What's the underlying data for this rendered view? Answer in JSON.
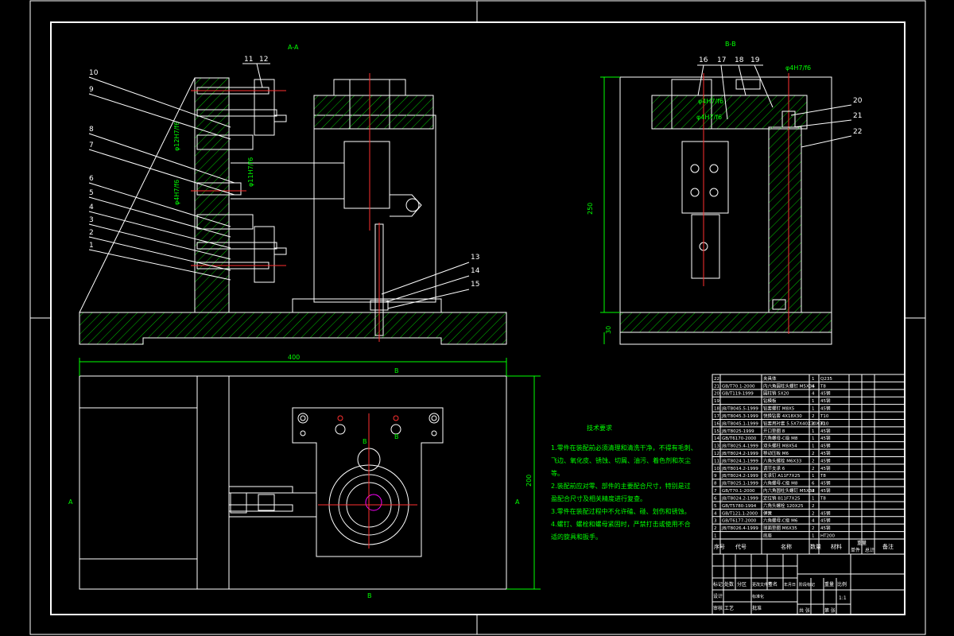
{
  "views": {
    "section_aa": "A-A",
    "section_bb": "B-B",
    "arrow_b": "B",
    "arrow_a_left": "A",
    "arrow_a_right": "A"
  },
  "dimensions": {
    "width_400": "400",
    "height_200": "200",
    "height_250": "250",
    "base_30": "30",
    "fit_phi12": "φ12H7/f6",
    "fit_phi11": "φ11H7/f6",
    "fit_phi4a": "φ4H7/f6",
    "fit_phi4b": "φ4H7/f6",
    "fit_phi4c": "φ4H7/f6"
  },
  "leaders_left": [
    "10",
    "9",
    "8",
    "7",
    "6",
    "5",
    "4",
    "3",
    "2",
    "1"
  ],
  "leaders_top_a": [
    "11",
    "12"
  ],
  "leaders_right_a": [
    "13",
    "14",
    "15"
  ],
  "leaders_top_b": [
    "16",
    "17",
    "18",
    "19"
  ],
  "leaders_right_b": [
    "20",
    "21",
    "22"
  ],
  "tech_notes": {
    "title": "技术要求",
    "lines": [
      "1.零件在装配前必须清理和清洗干净，不得有毛刺、",
      "飞边、氧化皮、锈蚀、切屑、油污、着色剂和灰尘",
      "等。",
      "2.装配前应对零、部件的主要配合尺寸，特别是过",
      "盈配合尺寸及相关精度进行复查。",
      "3.零件在装配过程中不允许磕、碰、划伤和锈蚀。",
      "4.螺钉、螺栓和螺母紧固时，严禁打击或使用不合",
      "适的旋具和扳手。"
    ]
  },
  "bom": {
    "rows": [
      [
        "22",
        "",
        "夹具体",
        "1",
        "Q235"
      ],
      [
        "21",
        "GB/T70.1-2000",
        "内六角圆柱头螺钉 M5X36",
        "4",
        "T8"
      ],
      [
        "20",
        "GB/T119-1999",
        "圆柱销 5X20",
        "4",
        "45钢"
      ],
      [
        "19",
        "",
        "钻模板",
        "1",
        "45钢"
      ],
      [
        "18",
        "JB/T8045.5-1999",
        "钻套螺钉 M8X5",
        "1",
        "45钢"
      ],
      [
        "17",
        "JB/T8045.3-1999",
        "快换钻套 4X18X30",
        "2",
        "T10"
      ],
      [
        "16",
        "JB/T8045.1-1999",
        "钻套用衬套 5.5X7X40X30X30",
        "2",
        "T10"
      ],
      [
        "15",
        "JB/T8025-1999",
        "开口垫圈 8",
        "1",
        "45钢"
      ],
      [
        "14",
        "GB/T6170-2000",
        "六角螺母-C级 M8",
        "1",
        "45钢"
      ],
      [
        "13",
        "JB/T8025.4-1999",
        "双头螺柱 M8X54",
        "1",
        "45钢"
      ],
      [
        "12",
        "JB/T8024.2-1999",
        "移动压板 M6",
        "2",
        "45钢"
      ],
      [
        "11",
        "JB/T8024.1-1999",
        "六角头螺栓 M6X33",
        "2",
        "45钢"
      ],
      [
        "10",
        "JB/T8014.2-1999",
        "调节支承 6",
        "2",
        "45钢"
      ],
      [
        "9",
        "JB/T8024.2-1999",
        "支承钉 A11F7X25",
        "1",
        "T8"
      ],
      [
        "8",
        "JB/T8025.1-1999",
        "六角螺母-C级 M8",
        "6",
        "45钢"
      ],
      [
        "7",
        "GB/T70.1-2000",
        "内六角圆柱头螺钉 M5X32",
        "4",
        "45钢"
      ],
      [
        "6",
        "JB/T8024.2-1999",
        "定位销 B11F7X25",
        "1",
        "T8"
      ],
      [
        "5",
        "GB/T5780-1994",
        "六角头螺栓 120X25",
        "2",
        ""
      ],
      [
        "4",
        "GB/T121.1-2000",
        "弹簧",
        "2",
        "45钢"
      ],
      [
        "3",
        "GB/T6177-2000",
        "六角螺母-C级 M6",
        "4",
        "45钢"
      ],
      [
        "2",
        "JB/T8026.4-1999",
        "球面垫圈 M6X35",
        "2",
        "45钢"
      ],
      [
        "1",
        "",
        "底座",
        "1",
        "HT200"
      ]
    ],
    "header": [
      "序号",
      "代号",
      "名称",
      "数量",
      "材料",
      "单件",
      "总计",
      "备注"
    ],
    "header_weight": "重量",
    "title_labels": [
      "标记",
      "处数",
      "分区",
      "更改文件号",
      "签名",
      "年月日",
      "设计",
      "标准化",
      "审核",
      "工艺",
      "批准",
      "阶段标记",
      "重量",
      "比例",
      "共 张",
      "第 张"
    ],
    "scale": "1:1"
  },
  "colors": {
    "background": "#000000",
    "lines": "#ffffff",
    "dimensions": "#00ff00",
    "centerlines": "#ff3030",
    "accent": "#ff00ff"
  }
}
